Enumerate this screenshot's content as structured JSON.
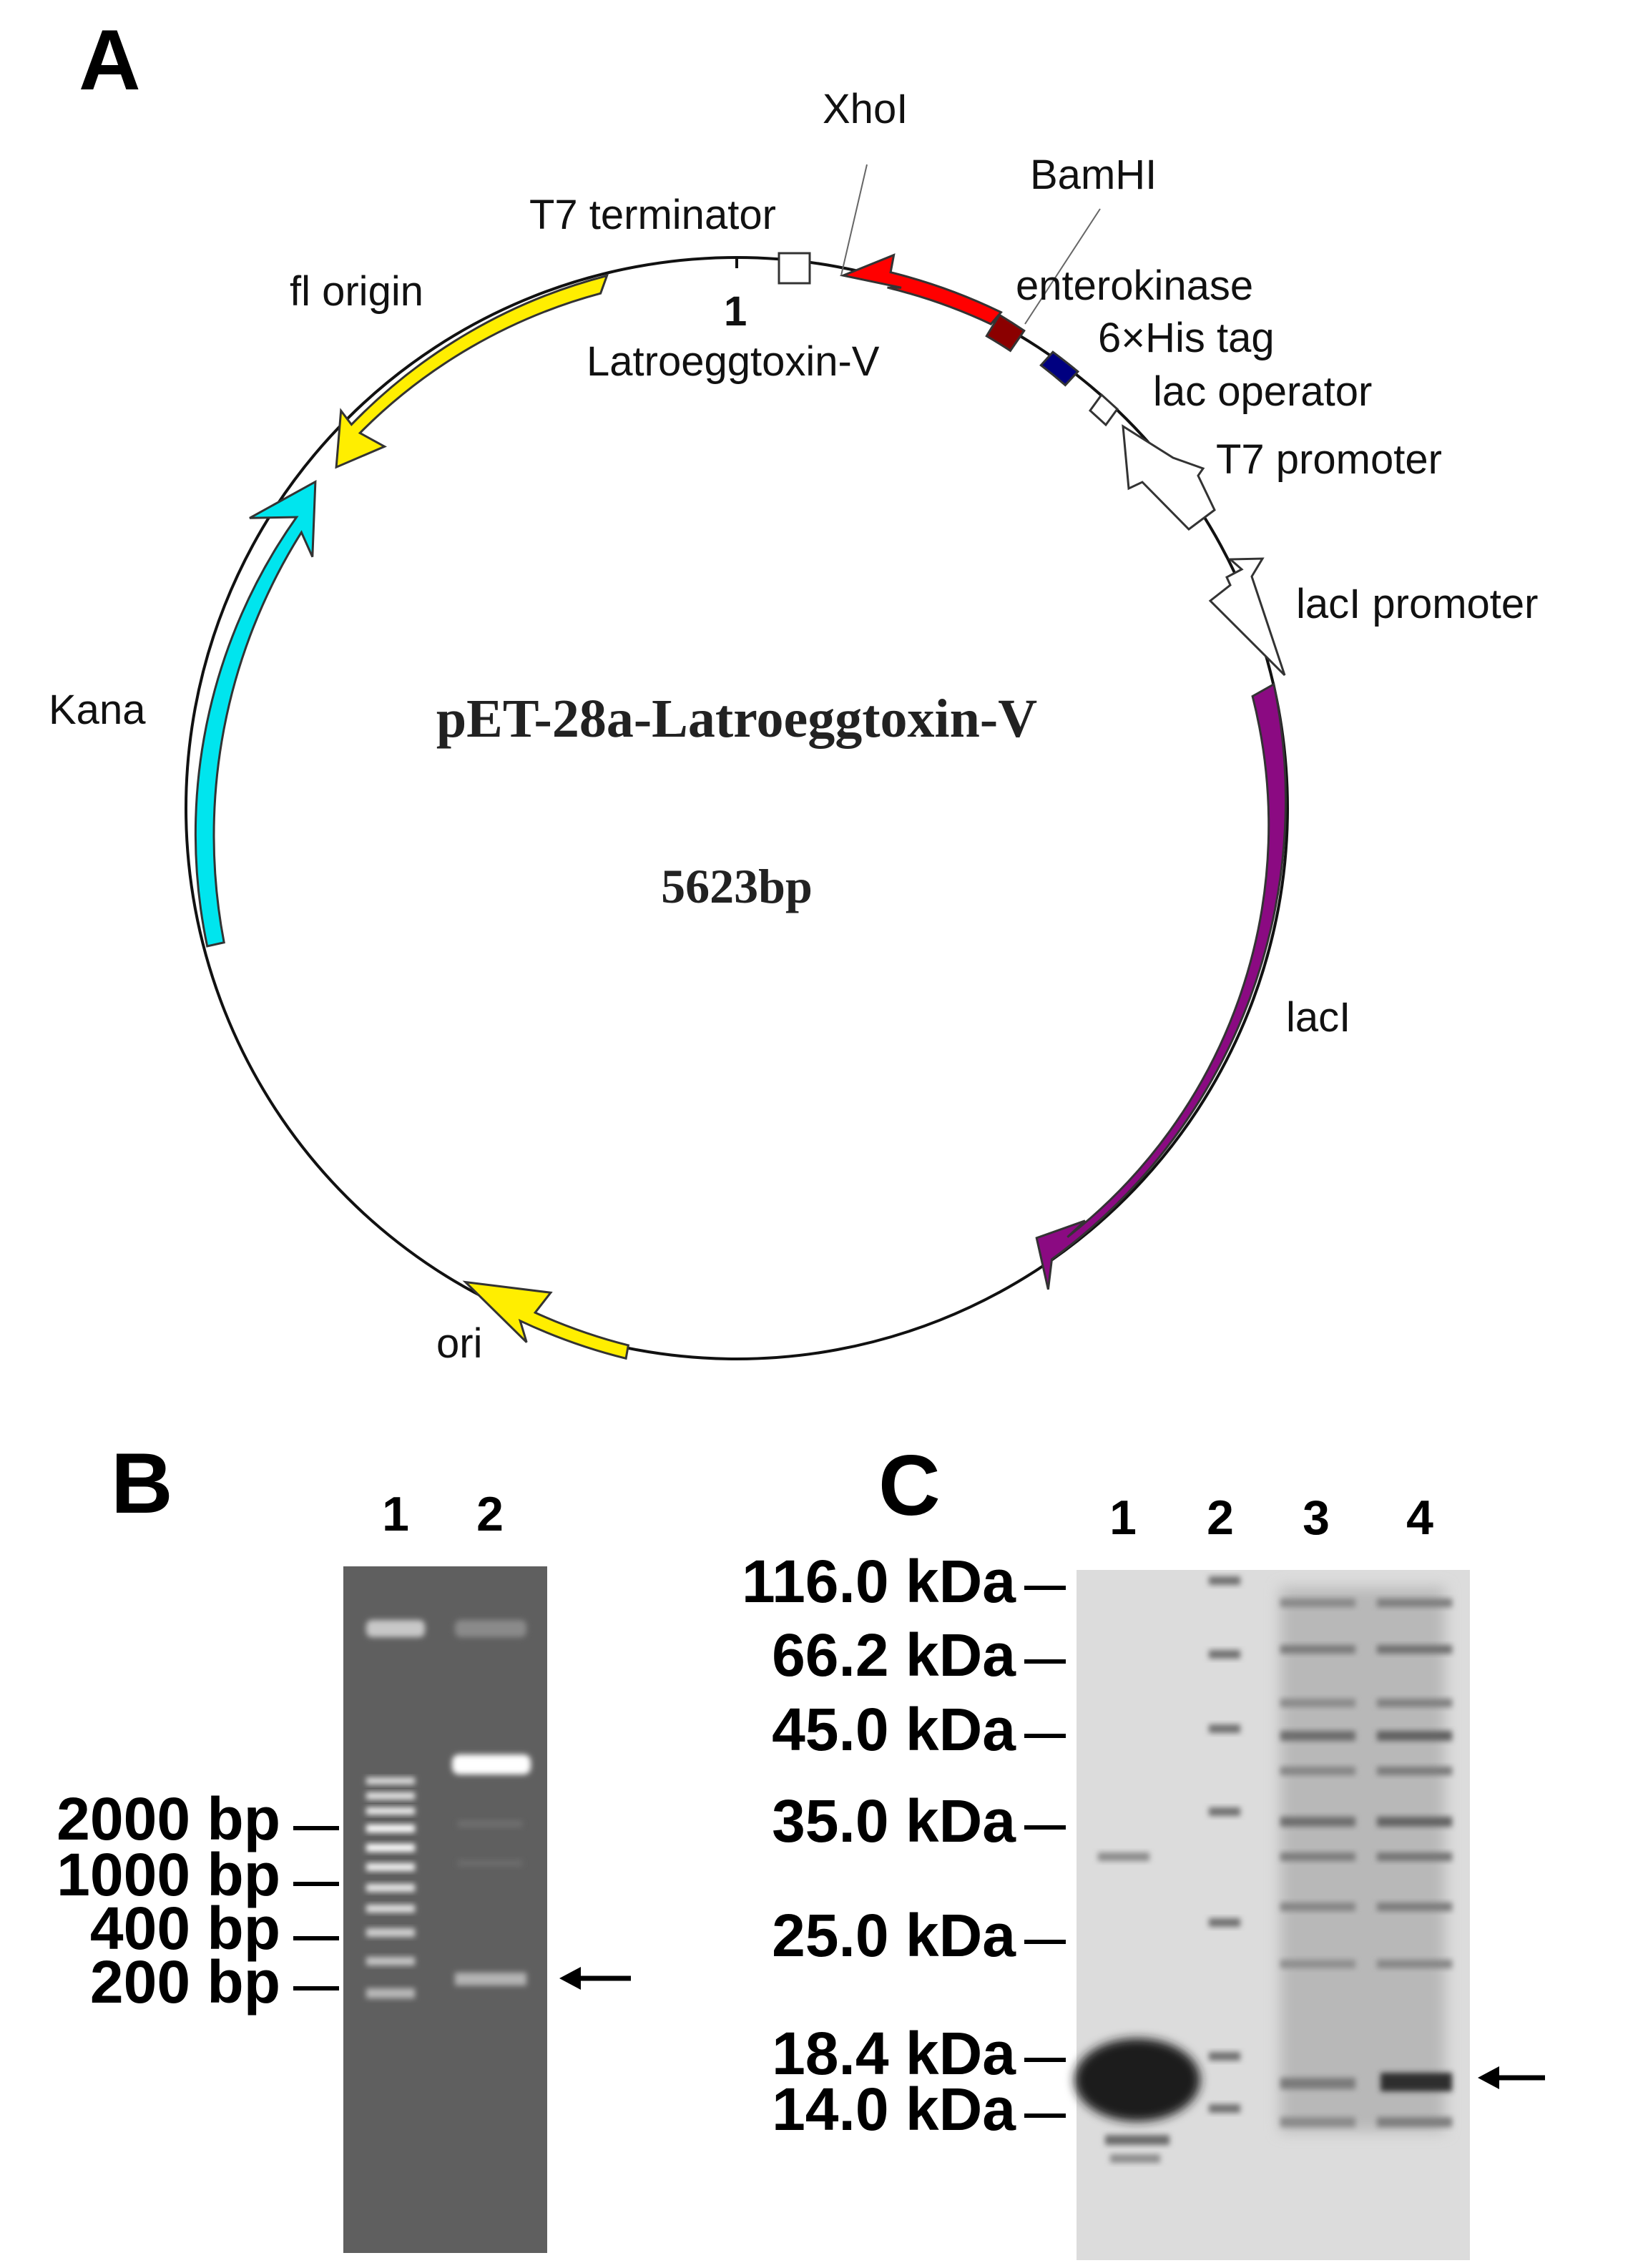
{
  "panels": {
    "a": "A",
    "b": "B",
    "c": "C"
  },
  "plasmid": {
    "name": "pET-28a-Latroeggtoxin-V",
    "size": "5623bp",
    "position_one": "1",
    "labels": {
      "xhoi": "XhoI",
      "bamhi": "BamHI",
      "t7_terminator": "T7 terminator",
      "enterokinase": "enterokinase",
      "his_tag": "6×His tag",
      "lac_operator": "lac operator",
      "t7_promoter": "T7 promoter",
      "laci_promoter": "lacI promoter",
      "laci": "lacI",
      "f1_origin": "fl origin",
      "insert": "Latroeggtoxin-V",
      "kana": "Kana",
      "ori": "ori"
    },
    "colors": {
      "insert": "#ff0000",
      "enterokinase": "#8b0000",
      "his_tag": "#000080",
      "laci": "#8b0a82",
      "kana": "#00e5ee",
      "f1_ori": "#ffee00"
    }
  },
  "gel_b": {
    "lanes": [
      "1",
      "2"
    ],
    "markers": [
      "2000 bp",
      "1000 bp",
      "400 bp",
      "200 bp"
    ]
  },
  "gel_c": {
    "lanes": [
      "1",
      "2",
      "3",
      "4"
    ],
    "markers": [
      "116.0 kDa",
      "66.2 kDa",
      "45.0 kDa",
      "35.0 kDa",
      "25.0 kDa",
      "18.4 kDa",
      "14.0 kDa"
    ]
  }
}
